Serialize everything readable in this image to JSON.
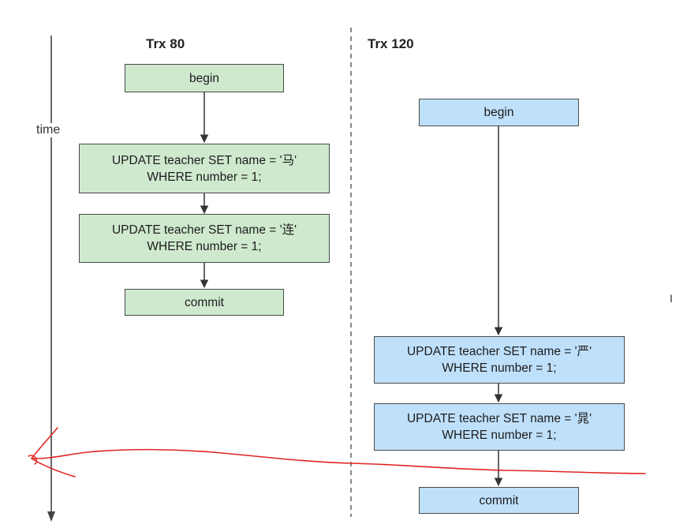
{
  "timeline": {
    "label": "time"
  },
  "columns": [
    {
      "title": "Trx 80",
      "steps": [
        {
          "text": "begin"
        },
        {
          "text": "UPDATE teacher  SET name = '马'\nWHERE number = 1;"
        },
        {
          "text": "UPDATE teacher  SET name = '连'\nWHERE number = 1;"
        },
        {
          "text": "commit"
        }
      ],
      "fill": "#cfe9cf"
    },
    {
      "title": "Trx 120",
      "steps": [
        {
          "text": "begin"
        },
        {
          "text": "UPDATE teacher  SET name = '严'\nWHERE number = 1;"
        },
        {
          "text": "UPDATE teacher  SET name = '晁'\nWHERE number = 1;"
        },
        {
          "text": "commit"
        }
      ],
      "fill": "#bfe0fb"
    }
  ],
  "annotation": {
    "type": "hand-drawn arrow",
    "color": "#e02424"
  },
  "stray_glyph": "I"
}
